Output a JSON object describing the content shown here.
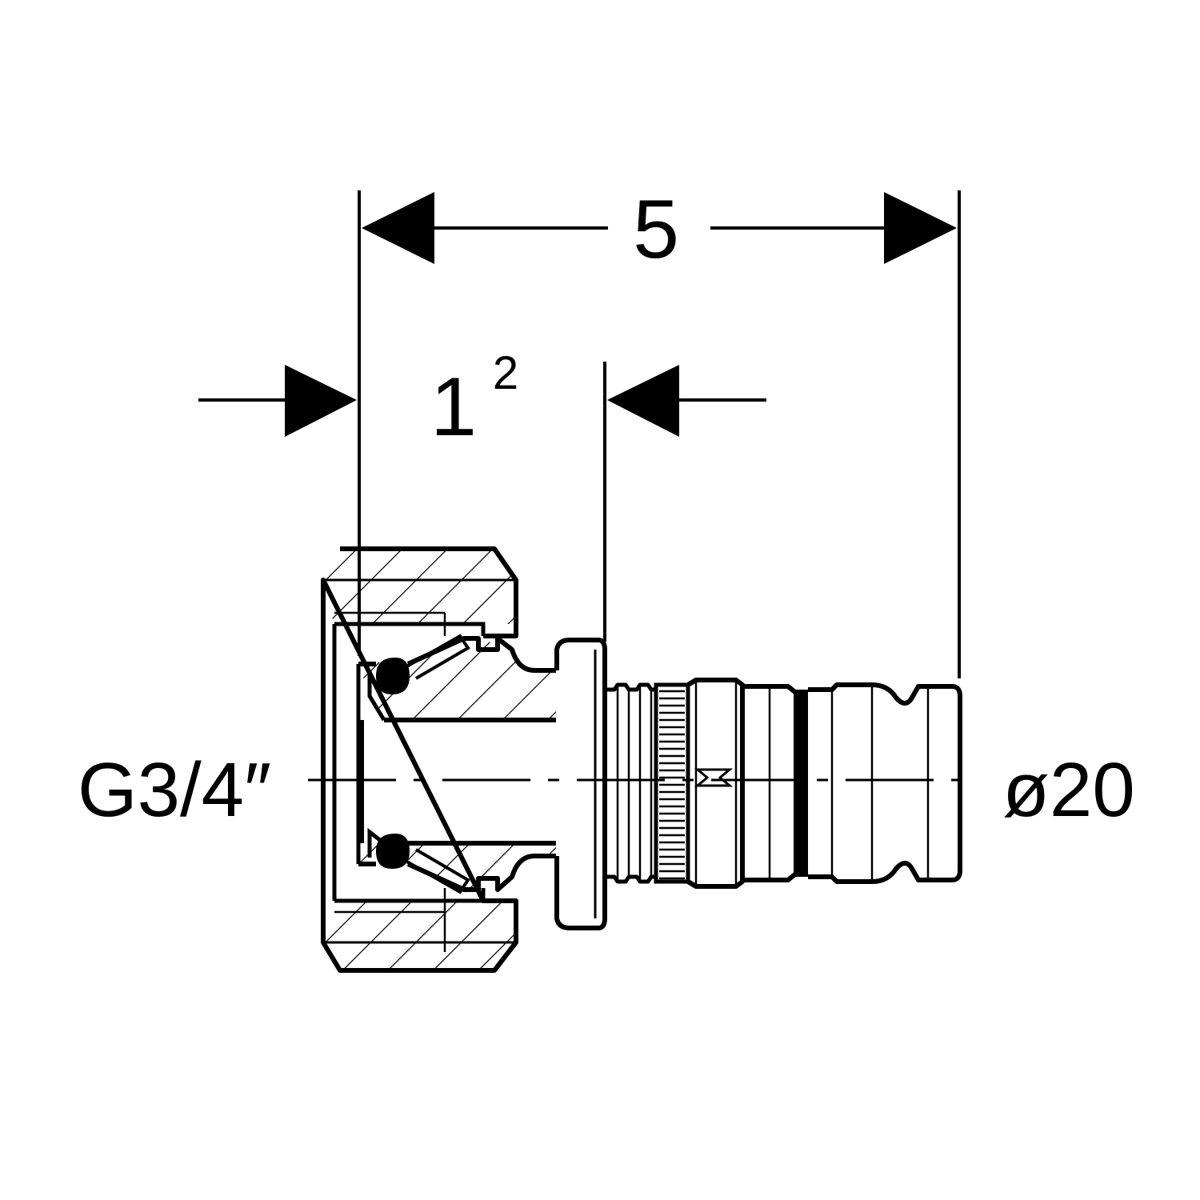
{
  "drawing": {
    "overall_length_label": "5",
    "insertion_depth_label": "1",
    "insertion_depth_superscript": "2",
    "thread_label": "G3/4″",
    "pipe_diameter_label": "ø20"
  },
  "colors": {
    "line": "#000000",
    "background": "#ffffff"
  }
}
